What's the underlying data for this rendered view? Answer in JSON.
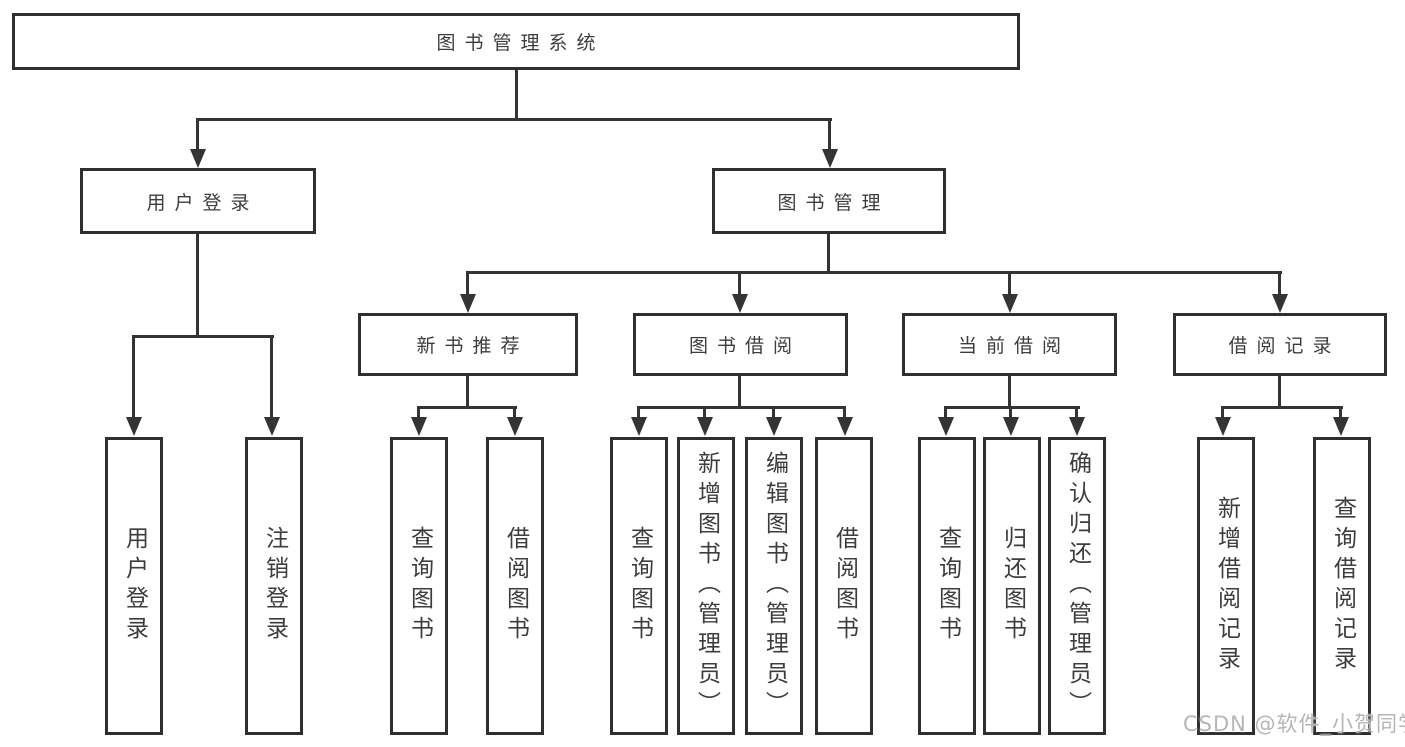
{
  "diagram": {
    "type": "tree",
    "title": "图书管理系统",
    "nodes": {
      "root": {
        "label": "图书管理系统"
      },
      "user_login": {
        "label": "用户登录"
      },
      "book_mgmt": {
        "label": "图书管理"
      },
      "new_book_rec": {
        "label": "新书推荐"
      },
      "book_borrow": {
        "label": "图书借阅"
      },
      "current_borrow": {
        "label": "当前借阅"
      },
      "borrow_record": {
        "label": "借阅记录"
      },
      "ul_login": {
        "label": "用户登录"
      },
      "ul_logout": {
        "label": "注销登录"
      },
      "nb_query": {
        "label": "查询图书"
      },
      "nb_borrow": {
        "label": "借阅图书"
      },
      "bb_query": {
        "label": "查询图书"
      },
      "bb_add": {
        "label": "新增图书（管理员）"
      },
      "bb_edit": {
        "label": "编辑图书（管理员）"
      },
      "bb_borrow": {
        "label": "借阅图书"
      },
      "cb_query": {
        "label": "查询图书"
      },
      "cb_return": {
        "label": "归还图书"
      },
      "cb_confirm": {
        "label": "确认归还（管理员）"
      },
      "br_add": {
        "label": "新增借阅记录"
      },
      "br_query": {
        "label": "查询借阅记录"
      }
    },
    "edges": [
      {
        "from": "root",
        "to": "user_login"
      },
      {
        "from": "root",
        "to": "book_mgmt"
      },
      {
        "from": "user_login",
        "to": "ul_login"
      },
      {
        "from": "user_login",
        "to": "ul_logout"
      },
      {
        "from": "book_mgmt",
        "to": "new_book_rec"
      },
      {
        "from": "book_mgmt",
        "to": "book_borrow"
      },
      {
        "from": "book_mgmt",
        "to": "current_borrow"
      },
      {
        "from": "book_mgmt",
        "to": "borrow_record"
      },
      {
        "from": "new_book_rec",
        "to": "nb_query"
      },
      {
        "from": "new_book_rec",
        "to": "nb_borrow"
      },
      {
        "from": "book_borrow",
        "to": "bb_query"
      },
      {
        "from": "book_borrow",
        "to": "bb_add"
      },
      {
        "from": "book_borrow",
        "to": "bb_edit"
      },
      {
        "from": "book_borrow",
        "to": "bb_borrow"
      },
      {
        "from": "current_borrow",
        "to": "cb_query"
      },
      {
        "from": "current_borrow",
        "to": "cb_return"
      },
      {
        "from": "current_borrow",
        "to": "cb_confirm"
      },
      {
        "from": "borrow_record",
        "to": "br_add"
      },
      {
        "from": "borrow_record",
        "to": "br_query"
      }
    ],
    "colors": {
      "line": "#343434",
      "border": "#2f2f2f",
      "text": "#3d3d3d",
      "watermark_text_color": "#b6b6b6",
      "background": "#ffffff"
    },
    "watermark": "CSDN @软件_小贺同学"
  }
}
